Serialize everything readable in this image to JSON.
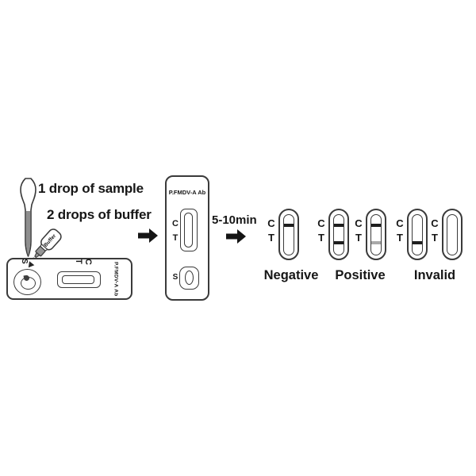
{
  "steps": {
    "sample": "1 drop of sample",
    "buffer": "2 drops of buffer"
  },
  "wait_time": "5-10min",
  "bottle": {
    "label": "Buffer"
  },
  "device": {
    "title": "P.FMDV-A Ab",
    "control_letter": "C",
    "test_letter": "T",
    "sample_letter": "S"
  },
  "results": {
    "groups": [
      {
        "label": "Negative",
        "capsules": [
          {
            "c_line": "dark",
            "t_line": "none"
          }
        ]
      },
      {
        "label": "Positive",
        "capsules": [
          {
            "c_line": "dark",
            "t_line": "dark"
          },
          {
            "c_line": "dark",
            "t_line": "faint"
          }
        ]
      },
      {
        "label": "Invalid",
        "capsules": [
          {
            "c_line": "none",
            "t_line": "dark"
          },
          {
            "c_line": "none",
            "t_line": "none"
          }
        ]
      }
    ]
  },
  "icons": {
    "arrow_right": "solid-right-arrow",
    "dropper": "pipette-icon",
    "drop": "droplet-icon"
  },
  "colors": {
    "outline": "#3a3a3a",
    "line_dark": "#1e1e1e",
    "line_faint": "#a9a9a9",
    "liquid_gray": "#8e8e8e",
    "cap_gray": "#969696",
    "arrow": "#151515"
  }
}
